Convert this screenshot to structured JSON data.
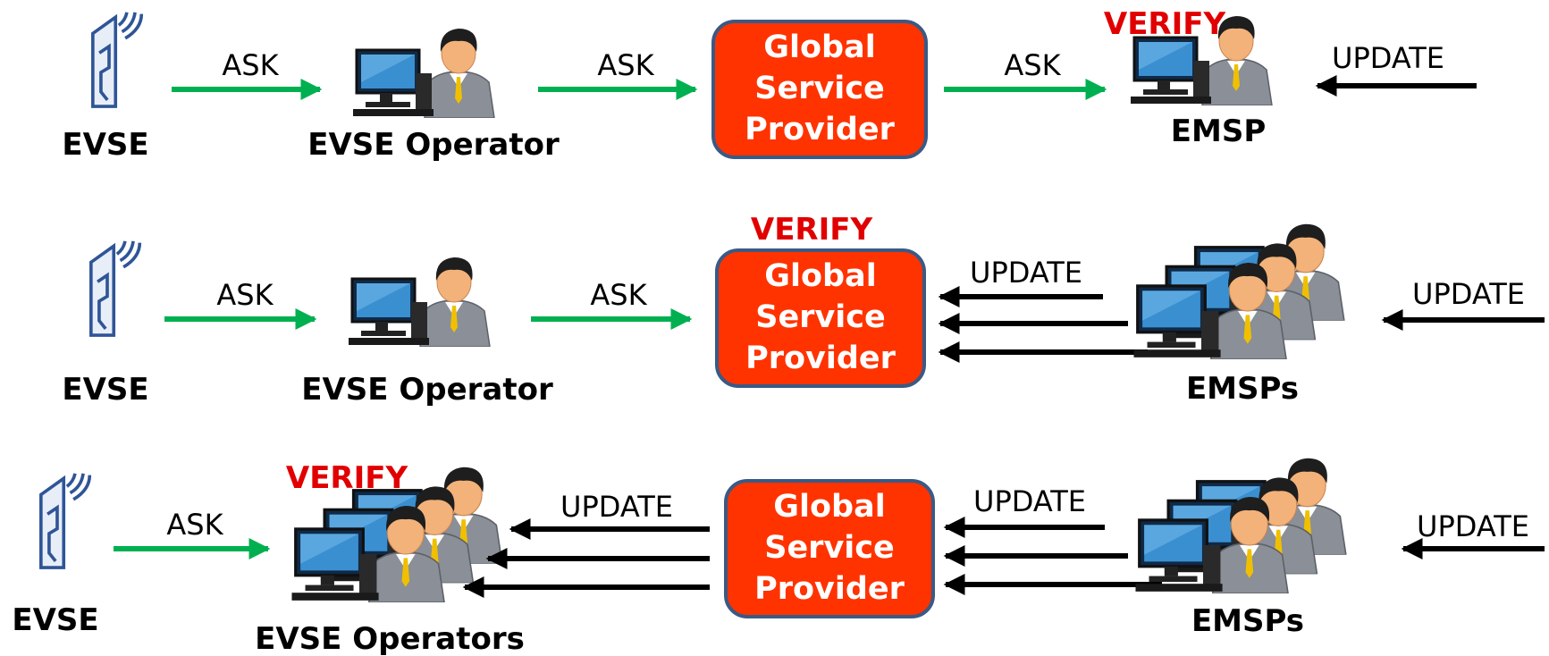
{
  "colors": {
    "ask_arrow": "#00b050",
    "update_arrow": "#000000",
    "gsp_fill": "#ff3300",
    "gsp_border": "#3a5a85",
    "verify_text": "#e10000",
    "evse_icon": "#2f5597"
  },
  "rows": [
    {
      "evse": "EVSE",
      "operator": "EVSE Operator",
      "gsp_lines": [
        "Global",
        "Service",
        "Provider"
      ],
      "emsp": "EMSP",
      "edge_labels": [
        "ASK",
        "ASK",
        "ASK",
        "UPDATE"
      ],
      "verify": "VERIFY"
    },
    {
      "evse": "EVSE",
      "operator": "EVSE Operator",
      "gsp_lines": [
        "Global",
        "Service",
        "Provider"
      ],
      "emsp": "EMSPs",
      "edge_labels": [
        "ASK",
        "ASK",
        "UPDATE",
        "UPDATE"
      ],
      "verify": "VERIFY"
    },
    {
      "evse": "EVSE",
      "operator": "EVSE Operators",
      "gsp_lines": [
        "Global",
        "Service",
        "Provider"
      ],
      "emsp": "EMSPs",
      "edge_labels": [
        "ASK",
        "UPDATE",
        "UPDATE",
        "UPDATE"
      ],
      "verify": "VERIFY"
    }
  ]
}
